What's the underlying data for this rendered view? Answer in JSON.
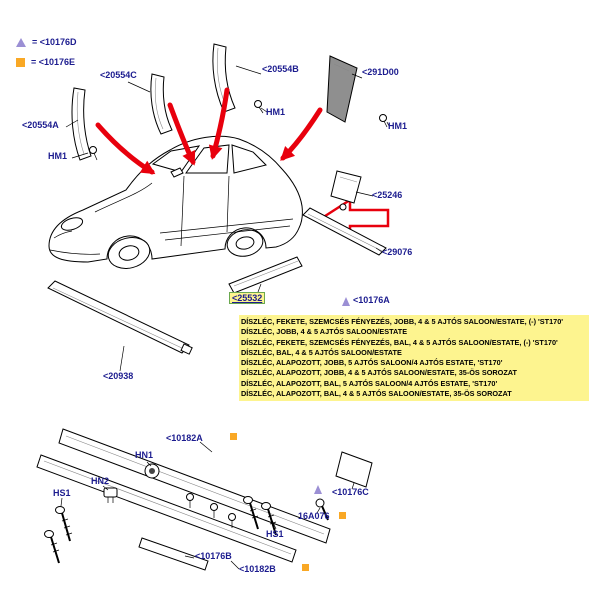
{
  "legend": {
    "items": [
      {
        "symbol": "triangle",
        "label": "= <10176D"
      },
      {
        "symbol": "square",
        "label": "= <10176E"
      }
    ]
  },
  "colors": {
    "part_link": "#1c1c8f",
    "arrow_red": "#e8000d",
    "triangle": "#9b8fd4",
    "square": "#f9a825",
    "highlight_bg": "#fdf48f",
    "selected_border": "#6aa84f",
    "selected_bg": "#fdf48f"
  },
  "parts": {
    "p20554A": "<20554A",
    "p20554B": "<20554B",
    "p20554C": "<20554C",
    "p291D00": "<291D00",
    "p25246": "<25246",
    "p29076": "<29076",
    "p25532": "<25532",
    "p10176A": "<10176A",
    "p20938": "<20938",
    "p10182A": "<10182A",
    "p10176B": "<10176B",
    "p10176C": "<10176C",
    "p10182B": "<10182B",
    "p16A076": "16A076",
    "hm1": "HM1",
    "hn1": "HN1",
    "hn2": "HN2",
    "hs1": "HS1"
  },
  "descriptions": {
    "lines": [
      "DÍSZLÉC, FEKETE, SZEMCSÉS FÉNYEZÉS, JOBB, 4 & 5 AJTÓS SALOON/ESTATE, (-) 'ST170'",
      "DÍSZLÉC, JOBB, 4 & 5 AJTÓS SALOON/ESTATE",
      "DÍSZLÉC, FEKETE, SZEMCSÉS FÉNYEZÉS, BAL, 4 & 5 AJTÓS SALOON/ESTATE, (-) 'ST170'",
      "DÍSZLÉC, BAL, 4 & 5 AJTÓS SALOON/ESTATE",
      "DÍSZLÉC, ALAPOZOTT, JOBB, 5 AJTÓS SALOON/4 AJTÓS ESTATE, 'ST170'",
      "DÍSZLÉC, ALAPOZOTT, JOBB, 4 & 5 AJTÓS SALOON/ESTATE, 35-ÖS SOROZAT",
      "DÍSZLÉC, ALAPOZOTT, BAL, 5 AJTÓS SALOON/4 AJTÓS ESTATE, 'ST170'",
      "DÍSZLÉC, ALAPOZOTT, BAL, 4 & 5 AJTÓS SALOON/ESTATE, 35-ÖS SOROZAT"
    ]
  }
}
